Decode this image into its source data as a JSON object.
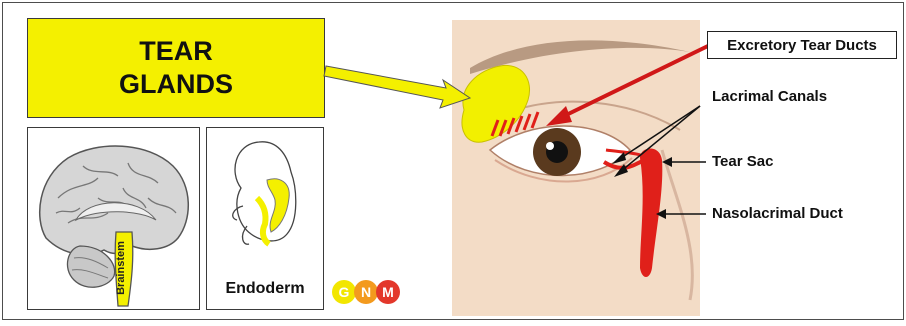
{
  "title": {
    "line1": "TEAR",
    "line2": "GLANDS"
  },
  "labels": {
    "excretory": "Excretory Tear Ducts",
    "lacrimal_canals": "Lacrimal Canals",
    "tear_sac": "Tear Sac",
    "nasolacrimal": "Nasolacrimal Duct"
  },
  "brain_label": "Brainstem",
  "embryo_label": "Endoderm",
  "logo": {
    "g": "G",
    "n": "N",
    "m": "M"
  },
  "colors": {
    "highlight": "#f4f000",
    "duct": "#e0201a",
    "arrow": "#d01818"
  }
}
